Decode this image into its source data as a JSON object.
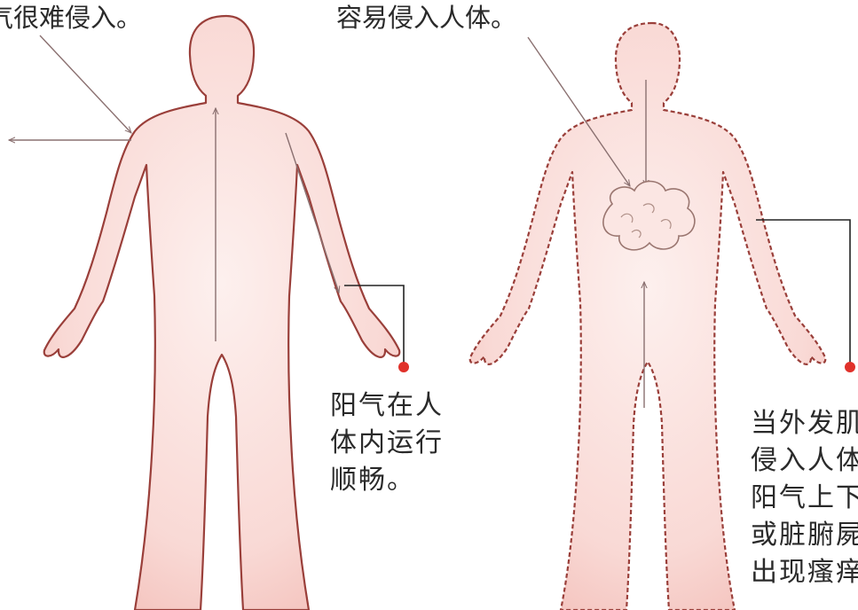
{
  "captions": {
    "top_left": "气很难侵入。",
    "top_right": "容易侵入人体。",
    "left_note": [
      "阳气在人",
      "体内运行",
      "顺畅。"
    ],
    "right_note": [
      "当外发肌",
      "侵入人体",
      "阳气上下",
      "或脏腑屍",
      "出现瘙痒"
    ]
  },
  "colors": {
    "body_fill": "#f8d3cf",
    "body_outline": "#9a3f3a",
    "arrow": "#8a7070",
    "leader": "#222222",
    "marker": "#e0312a",
    "text": "#2a2a2a"
  }
}
